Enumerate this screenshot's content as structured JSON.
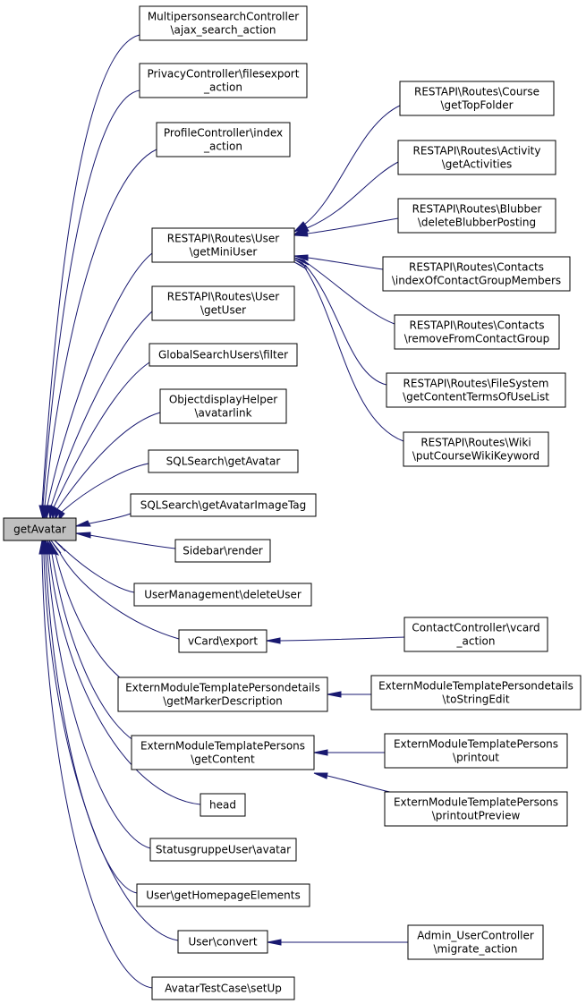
{
  "colors": {
    "edge": "#191970",
    "root_fill": "#bfbfbf",
    "node_fill": "#ffffff",
    "border": "#000000"
  },
  "nodes": {
    "getAvatar": [
      "getAvatar"
    ],
    "multiperson": [
      "MultipersonsearchController",
      "\\ajax_search_action"
    ],
    "privacy": [
      "PrivacyController\\filesexport",
      "_action"
    ],
    "profile": [
      "ProfileController\\index",
      "_action"
    ],
    "getMiniUser": [
      "RESTAPI\\Routes\\User",
      "\\getMiniUser"
    ],
    "getUser": [
      "RESTAPI\\Routes\\User",
      "\\getUser"
    ],
    "globalSearch": [
      "GlobalSearchUsers\\filter"
    ],
    "objectdisplay": [
      "ObjectdisplayHelper",
      "\\avatarlink"
    ],
    "sqlGetAvatar": [
      "SQLSearch\\getAvatar"
    ],
    "sqlGetAvatarTag": [
      "SQLSearch\\getAvatarImageTag"
    ],
    "sidebar": [
      "Sidebar\\render"
    ],
    "userMgmt": [
      "UserManagement\\deleteUser"
    ],
    "vcard": [
      "vCard\\export"
    ],
    "emtpMarker": [
      "ExternModuleTemplatePersondetails",
      "\\getMarkerDescription"
    ],
    "emtpsContent": [
      "ExternModuleTemplatePersons",
      "\\getContent"
    ],
    "head": [
      "head"
    ],
    "statusgruppe": [
      "StatusgruppeUser\\avatar"
    ],
    "homepage": [
      "User\\getHomepageElements"
    ],
    "userConvert": [
      "User\\convert"
    ],
    "avatarTest": [
      "AvatarTestCase\\setUp"
    ],
    "courseTop": [
      "RESTAPI\\Routes\\Course",
      "\\getTopFolder"
    ],
    "activity": [
      "RESTAPI\\Routes\\Activity",
      "\\getActivities"
    ],
    "blubber": [
      "RESTAPI\\Routes\\Blubber",
      "\\deleteBlubberPosting"
    ],
    "contactsIndex": [
      "RESTAPI\\Routes\\Contacts",
      "\\indexOfContactGroupMembers"
    ],
    "contactsRemove": [
      "RESTAPI\\Routes\\Contacts",
      "\\removeFromContactGroup"
    ],
    "filesystem": [
      "RESTAPI\\Routes\\FileSystem",
      "\\getContentTermsOfUseList"
    ],
    "wiki": [
      "RESTAPI\\Routes\\Wiki",
      "\\putCourseWikiKeyword"
    ],
    "contactVcard": [
      "ContactController\\vcard",
      "_action"
    ],
    "emtpToString": [
      "ExternModuleTemplatePersondetails",
      "\\toStringEdit"
    ],
    "emtpsPrintout": [
      "ExternModuleTemplatePersons",
      "\\printout"
    ],
    "emtpsPreview": [
      "ExternModuleTemplatePersons",
      "\\printoutPreview"
    ],
    "adminMigrate": [
      "Admin_UserController",
      "\\migrate_action"
    ]
  }
}
